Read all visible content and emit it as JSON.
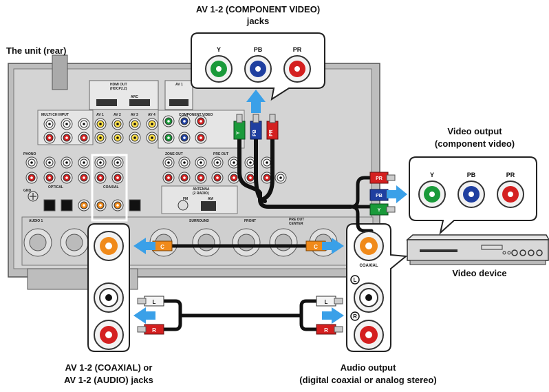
{
  "labels": {
    "unit_rear": "The unit (rear)",
    "component_title_line1": "AV 1-2 (COMPONENT VIDEO)",
    "component_title_line2": "jacks",
    "video_output_line1": "Video output",
    "video_output_line2": "(component video)",
    "video_device": "Video device",
    "coax_jacks_line1": "AV 1-2 (COAXIAL) or",
    "coax_jacks_line2": "AV 1-2 (AUDIO) jacks",
    "audio_output_line1": "Audio output",
    "audio_output_line2": "(digital coaxial or analog stereo)"
  },
  "jack_letters": {
    "y": "Y",
    "pb": "PB",
    "pr": "PR",
    "plug_y": "Y",
    "plug_pb": "PB",
    "plug_pr": "PR",
    "c": "C",
    "l": "L",
    "r": "R",
    "l_circle": "L",
    "r_circle": "R",
    "coaxial": "COAXIAL"
  },
  "panel_text": {
    "hdmi_out": "HDMI OUT",
    "hdmi_sub": "(HDCP2.2)",
    "arc": "ARC",
    "av1": "AV 1",
    "av2": "AV 2",
    "av3": "AV 3",
    "av4": "AV 4",
    "multi_ch": "MULTI CH INPUT",
    "component_video": "COMPONENT VIDEO",
    "zone_out": "ZONE OUT",
    "pre_out": "PRE OUT",
    "antenna": "ANTENNA",
    "antenna_sub": "(2 RADIO)",
    "fm": "FM",
    "am": "AM",
    "phono": "PHONO",
    "surround": "SURROUND",
    "front": "FRONT",
    "center": "CENTER",
    "audio1": "AUDIO 1",
    "optical": "OPTICAL",
    "coaxial_small": "COAXIAL",
    "gnd": "GND"
  },
  "colors": {
    "green": "#1a9a3a",
    "blue": "#1f3fa0",
    "red": "#d42020",
    "orange": "#f08a1a",
    "arrow": "#3aa0e8",
    "panel": "#c8c8c8"
  }
}
